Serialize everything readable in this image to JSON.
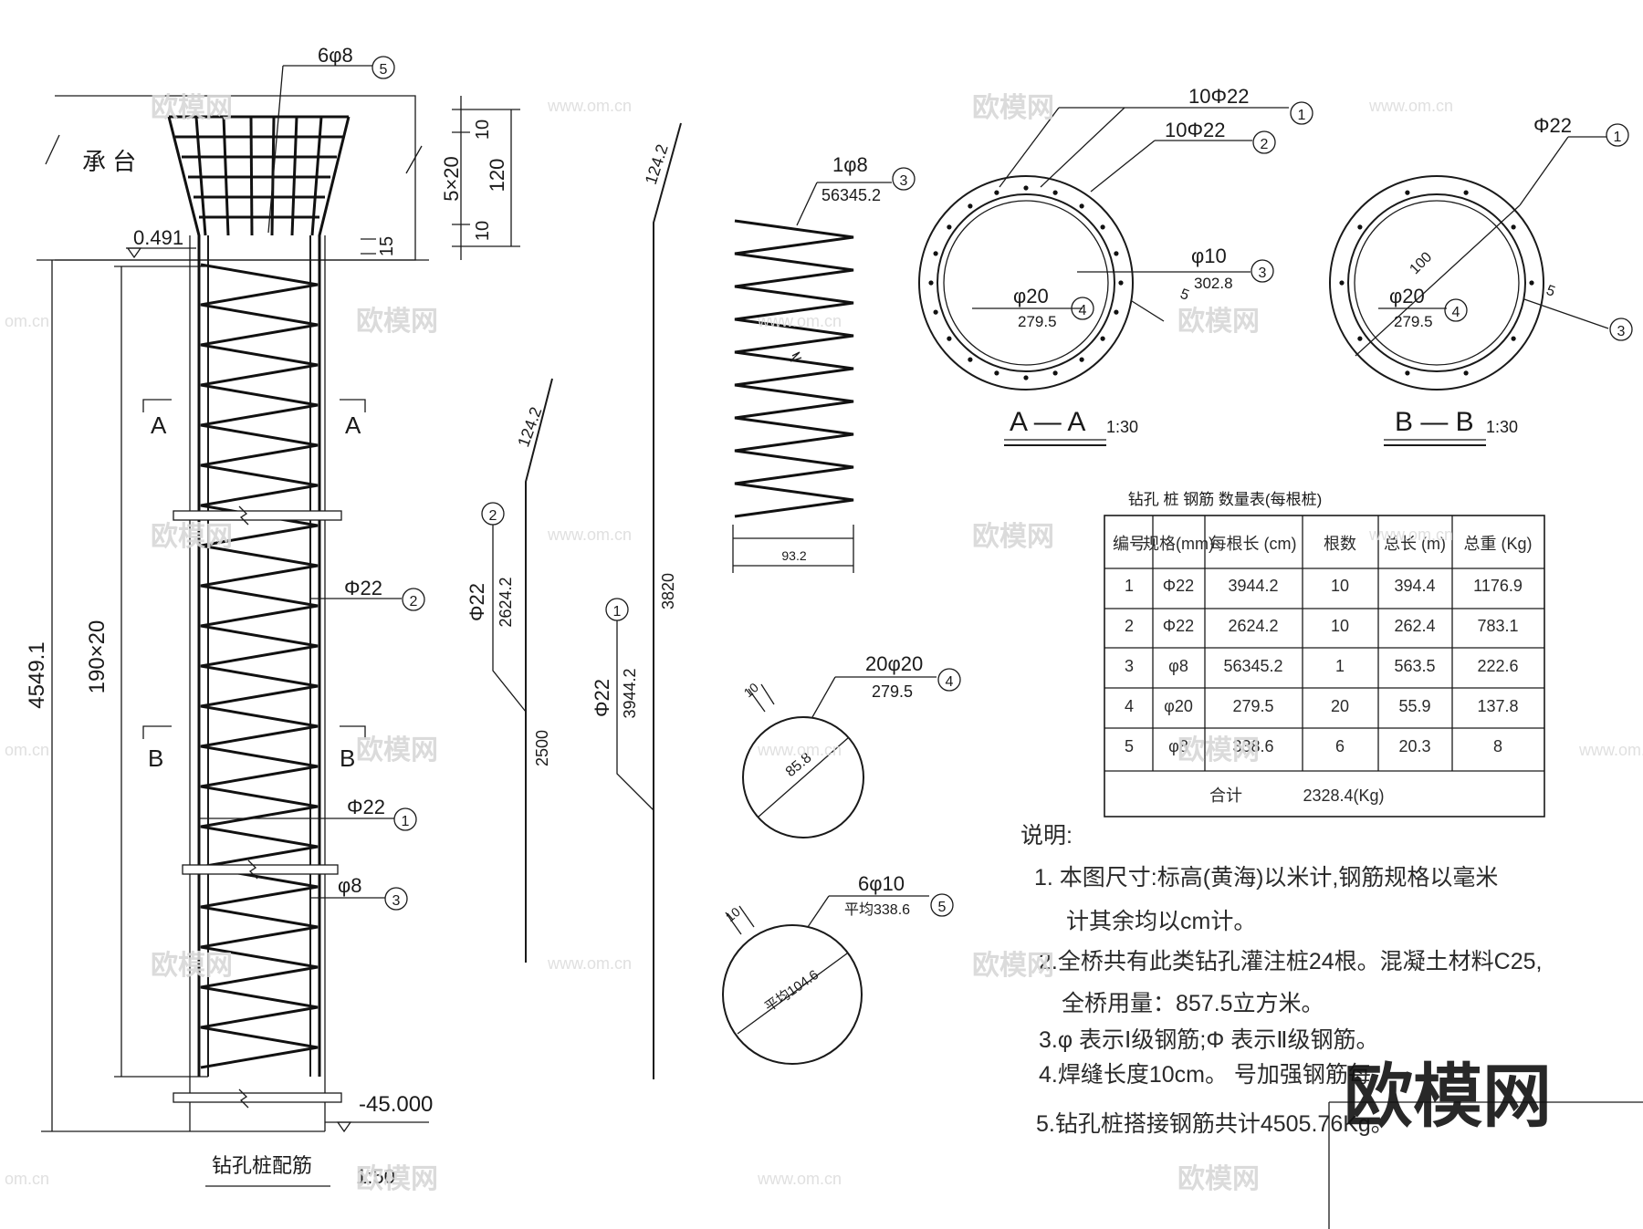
{
  "elevation": {
    "cap_label": "承 台",
    "top_elev": "0.491",
    "bottom_elev": "-45.000",
    "total_len": "4549.1",
    "spiral_len": "190×20",
    "dim_10a": "10",
    "dim_5x20": "5×20",
    "dim_120": "120",
    "dim_10b": "10",
    "dim_15": "15",
    "sec_a": "A",
    "sec_b": "B",
    "title": "钻孔桩配筋",
    "scale": "1:50",
    "labels": [
      {
        "spec": "6φ8",
        "num": "5"
      },
      {
        "spec": "Φ22",
        "num": "2"
      },
      {
        "spec": "Φ22",
        "num": "1"
      },
      {
        "spec": "φ8",
        "num": "3"
      }
    ]
  },
  "bar2": {
    "len": "124.2",
    "spec": "Φ22",
    "total": "2624.2",
    "num": "2",
    "lower": "2500"
  },
  "bar1": {
    "len": "124.2",
    "spec": "Φ22",
    "total": "3944.2",
    "num": "1",
    "lower": "3820"
  },
  "spiral": {
    "spec": "1φ8",
    "len": "56345.2",
    "num": "3",
    "width": "93.2"
  },
  "ring4": {
    "spec": "20φ20",
    "len": "279.5",
    "num": "4",
    "lap": "10",
    "dia": "85.8"
  },
  "ring5": {
    "spec": "6φ10",
    "len": "平均338.6",
    "num": "5",
    "lap": "10",
    "dia": "平均104.6"
  },
  "sectionA": {
    "title": "A — A",
    "scale": "1:30",
    "l1": "10Φ22",
    "n1": "1",
    "l2": "10Φ22",
    "n2": "2",
    "l3": "φ10",
    "v3": "302.8",
    "n3": "3",
    "l4": "φ20",
    "v4": "279.5",
    "n4": "4",
    "cover": "5"
  },
  "sectionB": {
    "title": "B — B",
    "scale": "1:30",
    "l1": "Φ22",
    "n1": "1",
    "dia": "100",
    "l4": "φ20",
    "v4": "279.5",
    "n4": "4",
    "n3": "3",
    "cover": "5"
  },
  "table": {
    "title": "钻孔  桩 钢筋  数量表(每根桩)",
    "headers": [
      "编号",
      "规格(mm)",
      "每根长 (cm)",
      "根数",
      "总长 (m)",
      "总重 (Kg)"
    ],
    "rows": [
      [
        "1",
        "Φ22",
        "3944.2",
        "10",
        "394.4",
        "1176.9"
      ],
      [
        "2",
        "Φ22",
        "2624.2",
        "10",
        "262.4",
        "783.1"
      ],
      [
        "3",
        "φ8",
        "56345.2",
        "1",
        "563.5",
        "222.6"
      ],
      [
        "4",
        "φ20",
        "279.5",
        "20",
        "55.9",
        "137.8"
      ],
      [
        "5",
        "φ8",
        "338.6",
        "6",
        "20.3",
        "8"
      ]
    ],
    "total_label": "合计",
    "total_value": "2328.4(Kg)"
  },
  "notes": {
    "heading": "说明:",
    "lines": [
      "1. 本图尺寸:标高(黄海)以米计,钢筋规格以毫米",
      "计其余均以cm计。",
      "2.全桥共有此类钻孔灌注桩24根。混凝土材料C25,",
      "全桥用量：857.5立方米。",
      "3.φ 表示Ⅰ级钢筋;Φ 表示Ⅱ级钢筋。",
      "4.焊缝长度10cm。  号加强钢筋每",
      "5.钻孔桩搭接钢筋共计4505.76Kg。"
    ]
  },
  "watermark": {
    "brand": "欧模网",
    "site": "www.om.cn",
    "site_cut": "om.cn"
  }
}
